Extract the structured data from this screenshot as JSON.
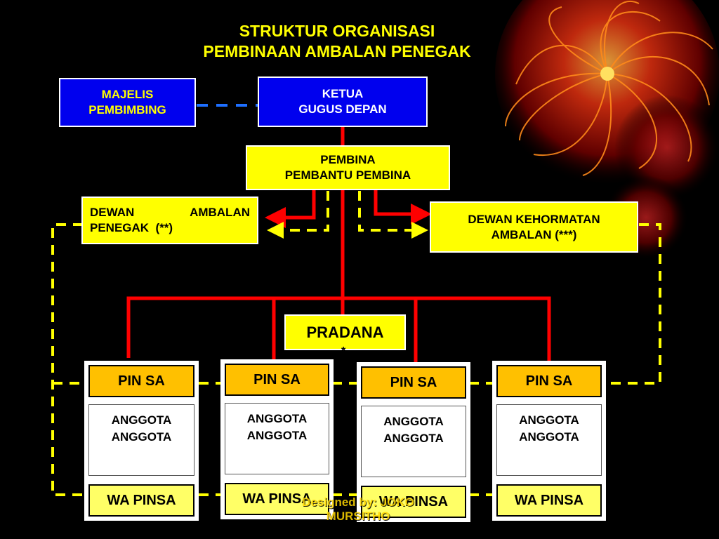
{
  "title": {
    "line1": "STRUKTUR ORGANISASI",
    "line2": "PEMBINAAN AMBALAN PENEGAK"
  },
  "majelis": {
    "line1": "MAJELIS",
    "line2": "PEMBIMBING"
  },
  "ketua": {
    "line1": "KETUA",
    "line2": "GUGUS DEPAN"
  },
  "pembina": {
    "line1": "PEMBINA",
    "line2": "PEMBANTU PEMBINA"
  },
  "dewan_ambalan": {
    "word1": "DEWAN",
    "word2": "AMBALAN",
    "line2": "PENEGAK  (**)"
  },
  "dewan_kehormatan": {
    "line1": "DEWAN KEHORMATAN",
    "line2": "AMBALAN (***)"
  },
  "pradana": {
    "label": "PRADANA",
    "mark": "*"
  },
  "patrols": [
    {
      "head": "PIN SA",
      "member1": "ANGGOTA",
      "member2": "ANGGOTA",
      "foot": "WA PINSA"
    },
    {
      "head": "PIN SA",
      "member1": "ANGGOTA",
      "member2": "ANGGOTA",
      "foot": "WA PINSA"
    },
    {
      "head": "PIN SA",
      "member1": "ANGGOTA",
      "member2": "ANGGOTA",
      "foot": "WA PINSA"
    },
    {
      "head": "PIN SA",
      "member1": "ANGGOTA",
      "member2": "ANGGOTA",
      "foot": "WA PINSA"
    }
  ],
  "credit": {
    "line1": "Designed by: JOKO",
    "line2": "MURSITHO"
  },
  "colors": {
    "background": "#000000",
    "title": "#ffff00",
    "blue_box": "#0000ee",
    "yellow_box": "#ffff00",
    "pinsa_head": "#ffc000",
    "command_line": "#ff0000",
    "coordination_line": "#ffff00",
    "majelis_link": "#1e6fff"
  },
  "icons": {
    "decoration": "red-sphere-burst-icon"
  }
}
